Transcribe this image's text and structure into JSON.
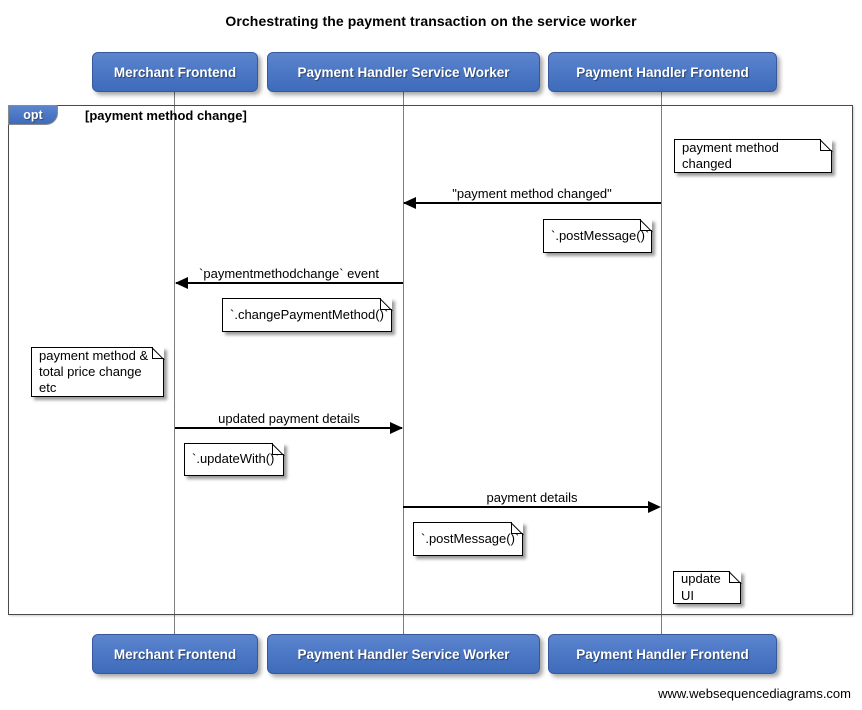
{
  "title": "Orchestrating the payment transaction on the service worker",
  "actors": [
    {
      "id": "merchant-frontend",
      "label": "Merchant Frontend"
    },
    {
      "id": "payment-handler-service-worker",
      "label": "Payment Handler Service Worker"
    },
    {
      "id": "payment-handler-frontend",
      "label": "Payment Handler Frontend"
    }
  ],
  "fragment": {
    "operator": "opt",
    "guard": "[payment method change]"
  },
  "messages": [
    {
      "label": "\"payment method changed\"",
      "from": "Payment Handler Frontend",
      "to": "Payment Handler Service Worker",
      "direction": "left"
    },
    {
      "label": "`paymentmethodchange` event",
      "from": "Payment Handler Service Worker",
      "to": "Merchant Frontend",
      "direction": "left"
    },
    {
      "label": "updated payment details",
      "from": "Merchant Frontend",
      "to": "Payment Handler Service Worker",
      "direction": "right"
    },
    {
      "label": "payment details",
      "from": "Payment Handler Service Worker",
      "to": "Payment Handler Frontend",
      "direction": "right"
    }
  ],
  "notes": [
    {
      "id": "note-payment-method-changed",
      "text": "payment method changed"
    },
    {
      "id": "note-postmessage-1",
      "text": "`.postMessage()`"
    },
    {
      "id": "note-changepaymentmethod",
      "text": "`.changePaymentMethod()`"
    },
    {
      "id": "note-price-change",
      "text": "payment method &\ntotal price change etc"
    },
    {
      "id": "note-updatewith",
      "text": "`.updateWith()`"
    },
    {
      "id": "note-postmessage-2",
      "text": "`.postMessage()`"
    },
    {
      "id": "note-update-ui",
      "text": "update UI"
    }
  ],
  "footer": "www.websequencediagrams.com",
  "colors": {
    "actor_fill": "#4a76c4",
    "actor_border": "#38589e",
    "frame_border": "#4a4a4a",
    "lifeline": "#7d7d7d",
    "message": "#000000",
    "note_fill": "#ffffff"
  }
}
